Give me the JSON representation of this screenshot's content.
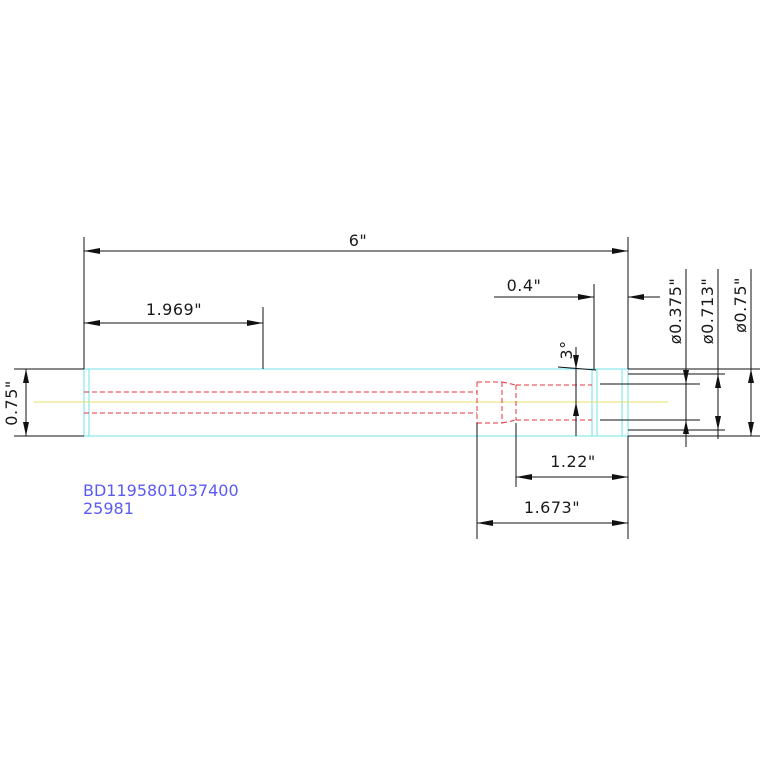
{
  "drawing": {
    "dimensions": {
      "overall_length": "6\"",
      "feature_length": "1.969\"",
      "end_length": "0.4\"",
      "angle": "3°",
      "inner_length": "1.22\"",
      "bore_length": "1.673\"",
      "diameter_small": "ø0.375\"",
      "diameter_mid": "ø0.713\"",
      "diameter_outer": "ø0.75\"",
      "height": "0.75\""
    },
    "part_number": "BD1195801037400",
    "part_code": "25981",
    "colors": {
      "outline": "#6fe3ea",
      "hidden_lines": "#e8333a",
      "centerline": "#e8e06a",
      "dimension": "#111111",
      "part_text": "#5b5bf2"
    }
  }
}
